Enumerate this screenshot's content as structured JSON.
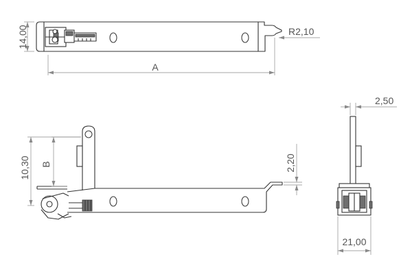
{
  "drawing": {
    "top_view": {
      "height_dim": "14,00",
      "length_dim": "A",
      "radius_dim": "R2,10"
    },
    "side_view": {
      "arm_height_dim": "10,30",
      "arm_offset_dim": "B",
      "end_step_dim": "2,20"
    },
    "end_view": {
      "thickness_dim": "2,50",
      "width_dim": "21,00"
    }
  }
}
